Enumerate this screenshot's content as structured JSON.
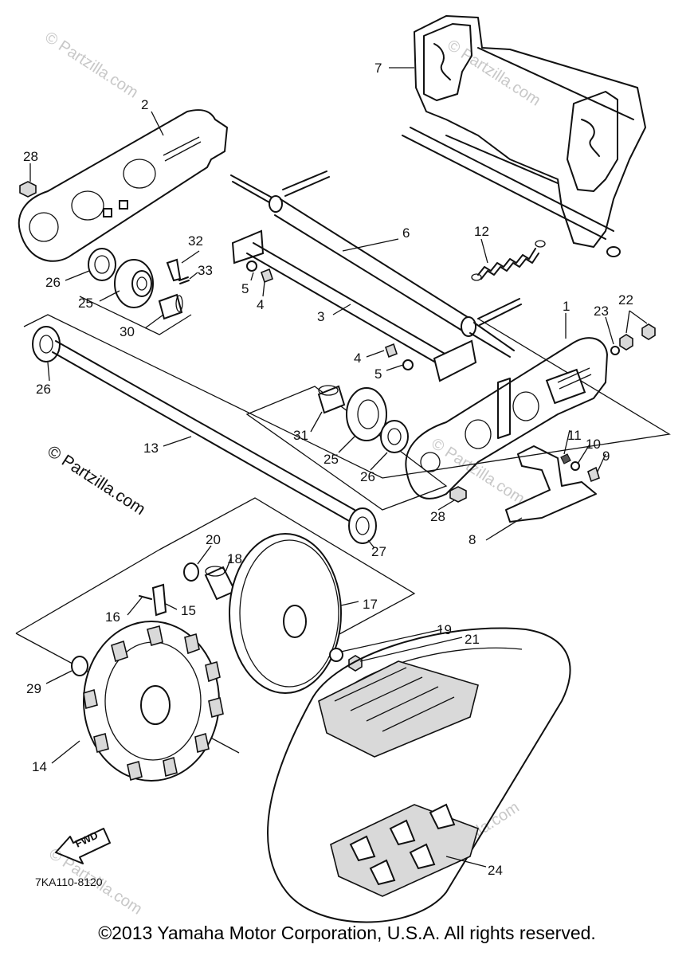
{
  "parts": [
    {
      "label": "1",
      "name": "frame-right"
    },
    {
      "label": "2",
      "name": "frame-left"
    },
    {
      "label": "3",
      "name": "shaft"
    },
    {
      "label": "4",
      "name": "bolt"
    },
    {
      "label": "5",
      "name": "washer"
    },
    {
      "label": "6",
      "name": "shaft-upper"
    },
    {
      "label": "7",
      "name": "front-frame"
    },
    {
      "label": "8",
      "name": "bracket"
    },
    {
      "label": "9",
      "name": "bolt-small"
    },
    {
      "label": "10",
      "name": "washer-small"
    },
    {
      "label": "11",
      "name": "nut-small"
    },
    {
      "label": "12",
      "name": "spring"
    },
    {
      "label": "13",
      "name": "drive-axle"
    },
    {
      "label": "14",
      "name": "sprocket"
    },
    {
      "label": "15",
      "name": "pin"
    },
    {
      "label": "16",
      "name": "cotter"
    },
    {
      "label": "17",
      "name": "wheel"
    },
    {
      "label": "18",
      "name": "collar"
    },
    {
      "label": "19",
      "name": "washer-wheel"
    },
    {
      "label": "20",
      "name": "washer-collar"
    },
    {
      "label": "21",
      "name": "nut-wheel"
    },
    {
      "label": "22",
      "name": "nut"
    },
    {
      "label": "23",
      "name": "washer-nut"
    },
    {
      "label": "24",
      "name": "track"
    },
    {
      "label": "25",
      "name": "bearing-holder"
    },
    {
      "label": "26",
      "name": "bearing"
    },
    {
      "label": "27",
      "name": "bearing-end"
    },
    {
      "label": "28",
      "name": "bolt-frame"
    },
    {
      "label": "29",
      "name": "spacer"
    },
    {
      "label": "30",
      "name": "bushing"
    },
    {
      "label": "31",
      "name": "bushing-right"
    },
    {
      "label": "32",
      "name": "pin-left"
    },
    {
      "label": "33",
      "name": "clip-left"
    }
  ],
  "watermarks": {
    "main": "© Partzilla.com",
    "faint": "© Partzilla.com"
  },
  "fwd_label": "FWD",
  "diagram_code": "7KA110-8120",
  "copyright": "©2013 Yamaha Motor Corporation, U.S.A. All rights reserved.",
  "colors": {
    "ink": "#111111",
    "watermark": "#c8c8c8",
    "background": "#ffffff"
  }
}
